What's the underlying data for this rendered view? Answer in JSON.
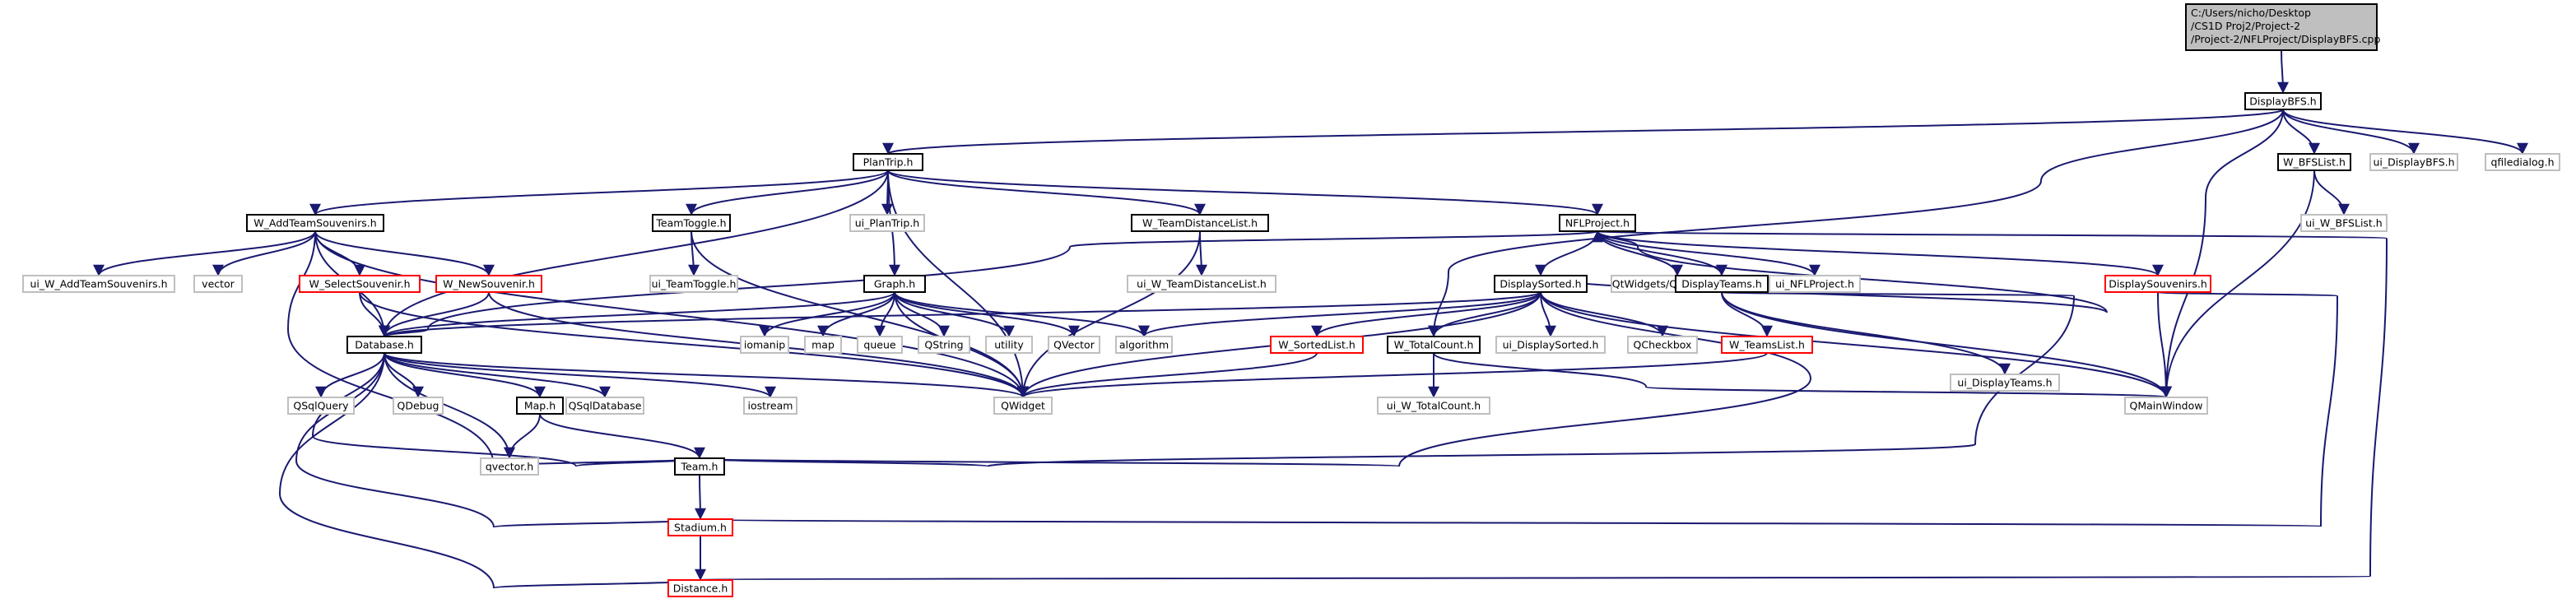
{
  "graph": {
    "root_label_lines": [
      "C:/Users/nicho/Desktop",
      "/CS1D Proj2/Project-2",
      "/Project-2/NFLProject/DisplayBFS.cpp"
    ],
    "colors": {
      "edge": "#191970",
      "normal_border": "#000000",
      "external_border": "#bfbfbf",
      "truncated_border": "#ff0000",
      "root_fill": "#bfbfbf"
    },
    "nodes": [
      {
        "id": "root",
        "label": "",
        "kind": "root"
      },
      {
        "id": "DisplayBFS_h",
        "label": "DisplayBFS.h",
        "kind": "normal"
      },
      {
        "id": "PlanTrip_h",
        "label": "PlanTrip.h",
        "kind": "normal"
      },
      {
        "id": "W_BFSList_h",
        "label": "W_BFSList.h",
        "kind": "normal"
      },
      {
        "id": "ui_DisplayBFS_h",
        "label": "ui_DisplayBFS.h",
        "kind": "external"
      },
      {
        "id": "qfiledialog_h",
        "label": "qfiledialog.h",
        "kind": "external"
      },
      {
        "id": "ui_W_BFSList_h",
        "label": "ui_W_BFSList.h",
        "kind": "external"
      },
      {
        "id": "W_AddTeamSouvenirs_h",
        "label": "W_AddTeamSouvenirs.h",
        "kind": "normal"
      },
      {
        "id": "TeamToggle_h",
        "label": "TeamToggle.h",
        "kind": "normal"
      },
      {
        "id": "ui_PlanTrip_h",
        "label": "ui_PlanTrip.h",
        "kind": "external"
      },
      {
        "id": "W_TeamDistanceList_h",
        "label": "W_TeamDistanceList.h",
        "kind": "normal"
      },
      {
        "id": "NFLProject_h",
        "label": "NFLProject.h",
        "kind": "normal"
      },
      {
        "id": "ui_W_AddTeamSouvenirs_h",
        "label": "ui_W_AddTeamSouvenirs.h",
        "kind": "external"
      },
      {
        "id": "vector",
        "label": "vector",
        "kind": "external"
      },
      {
        "id": "W_SelectSouvenir_h",
        "label": "W_SelectSouvenir.h",
        "kind": "truncated"
      },
      {
        "id": "W_NewSouvenir_h",
        "label": "W_NewSouvenir.h",
        "kind": "truncated"
      },
      {
        "id": "ui_TeamToggle_h",
        "label": "ui_TeamToggle.h",
        "kind": "external"
      },
      {
        "id": "Graph_h",
        "label": "Graph.h",
        "kind": "normal"
      },
      {
        "id": "ui_W_TeamDistanceList_h",
        "label": "ui_W_TeamDistanceList.h",
        "kind": "external"
      },
      {
        "id": "DisplaySorted_h",
        "label": "DisplaySorted.h",
        "kind": "normal"
      },
      {
        "id": "QtWidgets_QMainWindow",
        "label": "QtWidgets/QMainWindow",
        "kind": "external"
      },
      {
        "id": "ui_NFLProject_h",
        "label": "ui_NFLProject.h",
        "kind": "external"
      },
      {
        "id": "DisplayTeams_h",
        "label": "DisplayTeams.h",
        "kind": "normal"
      },
      {
        "id": "DisplaySouvenirs_h",
        "label": "DisplaySouvenirs.h",
        "kind": "truncated"
      },
      {
        "id": "Database_h",
        "label": "Database.h",
        "kind": "normal"
      },
      {
        "id": "iomanip",
        "label": "iomanip",
        "kind": "external"
      },
      {
        "id": "map",
        "label": "map",
        "kind": "external"
      },
      {
        "id": "queue",
        "label": "queue",
        "kind": "external"
      },
      {
        "id": "QString",
        "label": "QString",
        "kind": "external"
      },
      {
        "id": "utility",
        "label": "utility",
        "kind": "external"
      },
      {
        "id": "QVector",
        "label": "QVector",
        "kind": "external"
      },
      {
        "id": "algorithm",
        "label": "algorithm",
        "kind": "external"
      },
      {
        "id": "W_SortedList_h",
        "label": "W_SortedList.h",
        "kind": "truncated"
      },
      {
        "id": "W_TotalCount_h",
        "label": "W_TotalCount.h",
        "kind": "normal"
      },
      {
        "id": "ui_DisplaySorted_h",
        "label": "ui_DisplaySorted.h",
        "kind": "external"
      },
      {
        "id": "QCheckbox",
        "label": "QCheckbox",
        "kind": "external"
      },
      {
        "id": "W_TeamsList_h",
        "label": "W_TeamsList.h",
        "kind": "truncated"
      },
      {
        "id": "ui_DisplayTeams_h",
        "label": "ui_DisplayTeams.h",
        "kind": "external"
      },
      {
        "id": "QSqlQuery",
        "label": "QSqlQuery",
        "kind": "external"
      },
      {
        "id": "QDebug",
        "label": "QDebug",
        "kind": "external"
      },
      {
        "id": "Map_h",
        "label": "Map.h",
        "kind": "normal"
      },
      {
        "id": "QSqlDatabase",
        "label": "QSqlDatabase",
        "kind": "external"
      },
      {
        "id": "iostream",
        "label": "iostream",
        "kind": "external"
      },
      {
        "id": "QWidget",
        "label": "QWidget",
        "kind": "external"
      },
      {
        "id": "ui_W_TotalCount_h",
        "label": "ui_W_TotalCount.h",
        "kind": "external"
      },
      {
        "id": "QMainWindow",
        "label": "QMainWindow",
        "kind": "external"
      },
      {
        "id": "qvector_h",
        "label": "qvector.h",
        "kind": "external"
      },
      {
        "id": "Team_h",
        "label": "Team.h",
        "kind": "normal"
      },
      {
        "id": "Stadium_h",
        "label": "Stadium.h",
        "kind": "truncated"
      },
      {
        "id": "Distance_h",
        "label": "Distance.h",
        "kind": "truncated"
      }
    ],
    "edges": [
      [
        "root",
        "DisplayBFS_h"
      ],
      [
        "DisplayBFS_h",
        "PlanTrip_h"
      ],
      [
        "DisplayBFS_h",
        "W_BFSList_h"
      ],
      [
        "DisplayBFS_h",
        "ui_DisplayBFS_h"
      ],
      [
        "DisplayBFS_h",
        "qfiledialog_h"
      ],
      [
        "DisplayBFS_h",
        "W_TotalCount_h"
      ],
      [
        "DisplayBFS_h",
        "QMainWindow"
      ],
      [
        "W_BFSList_h",
        "ui_W_BFSList_h"
      ],
      [
        "W_BFSList_h",
        "QMainWindow"
      ],
      [
        "PlanTrip_h",
        "W_AddTeamSouvenirs_h"
      ],
      [
        "PlanTrip_h",
        "TeamToggle_h"
      ],
      [
        "PlanTrip_h",
        "ui_PlanTrip_h"
      ],
      [
        "PlanTrip_h",
        "W_TeamDistanceList_h"
      ],
      [
        "PlanTrip_h",
        "NFLProject_h"
      ],
      [
        "PlanTrip_h",
        "Graph_h"
      ],
      [
        "PlanTrip_h",
        "Database_h"
      ],
      [
        "PlanTrip_h",
        "QWidget"
      ],
      [
        "W_AddTeamSouvenirs_h",
        "ui_W_AddTeamSouvenirs_h"
      ],
      [
        "W_AddTeamSouvenirs_h",
        "vector"
      ],
      [
        "W_AddTeamSouvenirs_h",
        "W_SelectSouvenir_h"
      ],
      [
        "W_AddTeamSouvenirs_h",
        "W_NewSouvenir_h"
      ],
      [
        "W_AddTeamSouvenirs_h",
        "Database_h"
      ],
      [
        "W_AddTeamSouvenirs_h",
        "Team_h"
      ],
      [
        "W_AddTeamSouvenirs_h",
        "QWidget"
      ],
      [
        "W_SelectSouvenir_h",
        "Database_h"
      ],
      [
        "W_SelectSouvenir_h",
        "QWidget"
      ],
      [
        "W_NewSouvenir_h",
        "Database_h"
      ],
      [
        "W_NewSouvenir_h",
        "QWidget"
      ],
      [
        "TeamToggle_h",
        "ui_TeamToggle_h"
      ],
      [
        "TeamToggle_h",
        "QWidget"
      ],
      [
        "W_TeamDistanceList_h",
        "ui_W_TeamDistanceList_h"
      ],
      [
        "W_TeamDistanceList_h",
        "QWidget"
      ],
      [
        "NFLProject_h",
        "DisplaySorted_h"
      ],
      [
        "NFLProject_h",
        "QtWidgets_QMainWindow"
      ],
      [
        "NFLProject_h",
        "ui_NFLProject_h"
      ],
      [
        "NFLProject_h",
        "DisplayTeams_h"
      ],
      [
        "NFLProject_h",
        "DisplaySouvenirs_h"
      ],
      [
        "NFLProject_h",
        "Database_h"
      ],
      [
        "Graph_h",
        "Database_h"
      ],
      [
        "Graph_h",
        "iomanip"
      ],
      [
        "Graph_h",
        "map"
      ],
      [
        "Graph_h",
        "queue"
      ],
      [
        "Graph_h",
        "QString"
      ],
      [
        "Graph_h",
        "utility"
      ],
      [
        "Graph_h",
        "QVector"
      ],
      [
        "Graph_h",
        "algorithm"
      ],
      [
        "Graph_h",
        "QWidget"
      ],
      [
        "DisplaySorted_h",
        "W_SortedList_h"
      ],
      [
        "DisplaySorted_h",
        "W_TotalCount_h"
      ],
      [
        "DisplaySorted_h",
        "ui_DisplaySorted_h"
      ],
      [
        "DisplaySorted_h",
        "QCheckbox"
      ],
      [
        "DisplaySorted_h",
        "Database_h"
      ],
      [
        "DisplaySorted_h",
        "algorithm"
      ],
      [
        "DisplaySorted_h",
        "QWidget"
      ],
      [
        "DisplaySorted_h",
        "QMainWindow"
      ],
      [
        "DisplaySorted_h",
        "Team_h"
      ],
      [
        "DisplaySorted_h",
        "NFLProject_h"
      ],
      [
        "W_SortedList_h",
        "QWidget"
      ],
      [
        "W_TotalCount_h",
        "ui_W_TotalCount_h"
      ],
      [
        "W_TotalCount_h",
        "QMainWindow"
      ],
      [
        "DisplayTeams_h",
        "W_TeamsList_h"
      ],
      [
        "DisplayTeams_h",
        "ui_DisplayTeams_h"
      ],
      [
        "DisplayTeams_h",
        "QMainWindow"
      ],
      [
        "DisplayTeams_h",
        "Team_h"
      ],
      [
        "W_TeamsList_h",
        "QWidget"
      ],
      [
        "DisplaySouvenirs_h",
        "QMainWindow"
      ],
      [
        "DisplaySouvenirs_h",
        "Stadium_h"
      ],
      [
        "Database_h",
        "QSqlQuery"
      ],
      [
        "Database_h",
        "QDebug"
      ],
      [
        "Database_h",
        "Map_h"
      ],
      [
        "Database_h",
        "QSqlDatabase"
      ],
      [
        "Database_h",
        "iostream"
      ],
      [
        "Database_h",
        "qvector_h"
      ],
      [
        "Database_h",
        "Team_h"
      ],
      [
        "Database_h",
        "Stadium_h"
      ],
      [
        "Database_h",
        "Distance_h"
      ],
      [
        "Database_h",
        "QWidget"
      ],
      [
        "Map_h",
        "qvector_h"
      ],
      [
        "Map_h",
        "Team_h"
      ],
      [
        "Team_h",
        "Stadium_h"
      ],
      [
        "Stadium_h",
        "Distance_h"
      ],
      [
        "Distance_h",
        "NFLProject_h"
      ]
    ]
  }
}
